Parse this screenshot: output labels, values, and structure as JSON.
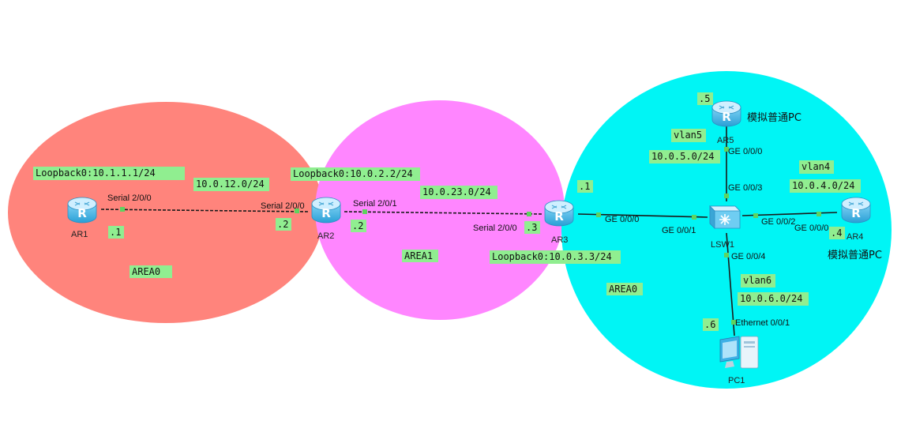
{
  "colors": {
    "area_left": "#ff847c",
    "area_middle": "#ff86ff",
    "area_right": "#00f5f5",
    "label_bg": "#90ee90",
    "link": "#1a1a1a",
    "port_dot": "#5fd35f",
    "router_top": "#d6f3ff",
    "router_body": "#41b8e8"
  },
  "areas": {
    "left": "AREA0",
    "middle": "AREA1",
    "right": "AREA0"
  },
  "devices": {
    "ar1": {
      "label": "AR1",
      "icon": "router-icon"
    },
    "ar2": {
      "label": "AR2",
      "icon": "router-icon"
    },
    "ar3": {
      "label": "AR3",
      "icon": "router-icon"
    },
    "ar4": {
      "label": "AR4",
      "icon": "router-icon",
      "note": "模拟普通PC"
    },
    "ar5": {
      "label": "AR5",
      "icon": "router-icon",
      "note": "模拟普通PC"
    },
    "lsw1": {
      "label": "LSW1",
      "icon": "switch-icon"
    },
    "pc1": {
      "label": "PC1",
      "icon": "pc-icon"
    }
  },
  "networks": {
    "loopback_ar1": "Loopback0:10.1.1.1/24",
    "loopback_ar2": "Loopback0:10.0.2.2/24",
    "loopback_ar3": "Loopback0:10.0.3.3/24",
    "net_12": "10.0.12.0/24",
    "net_23": "10.0.23.0/24",
    "net_5": "10.0.5.0/24",
    "net_4": "10.0.4.0/24",
    "net_6": "10.0.6.0/24",
    "vlan5": "vlan5",
    "vlan4": "vlan4",
    "vlan6": "vlan6"
  },
  "host_ids": {
    "ar1": ".1",
    "ar2_left": ".2",
    "ar2_right": ".2",
    "ar3_serial": ".3",
    "ar3_eth": ".1",
    "ar5": ".5",
    "ar4": ".4",
    "pc1": ".6"
  },
  "ports": {
    "ar1_s200": "Serial 2/0/0",
    "ar2_s200": "Serial 2/0/0",
    "ar2_s201": "Serial 2/0/1",
    "ar3_s200": "Serial 2/0/0",
    "ar3_ge000": "GE 0/0/0",
    "lsw1_ge001": "GE 0/0/1",
    "lsw1_ge002": "GE 0/0/2",
    "lsw1_ge003": "GE 0/0/3",
    "lsw1_ge004": "GE 0/0/4",
    "ar5_ge000": "GE 0/0/0",
    "ar4_ge000": "GE 0/0/0",
    "pc1_eth001": "Ethernet 0/0/1"
  }
}
